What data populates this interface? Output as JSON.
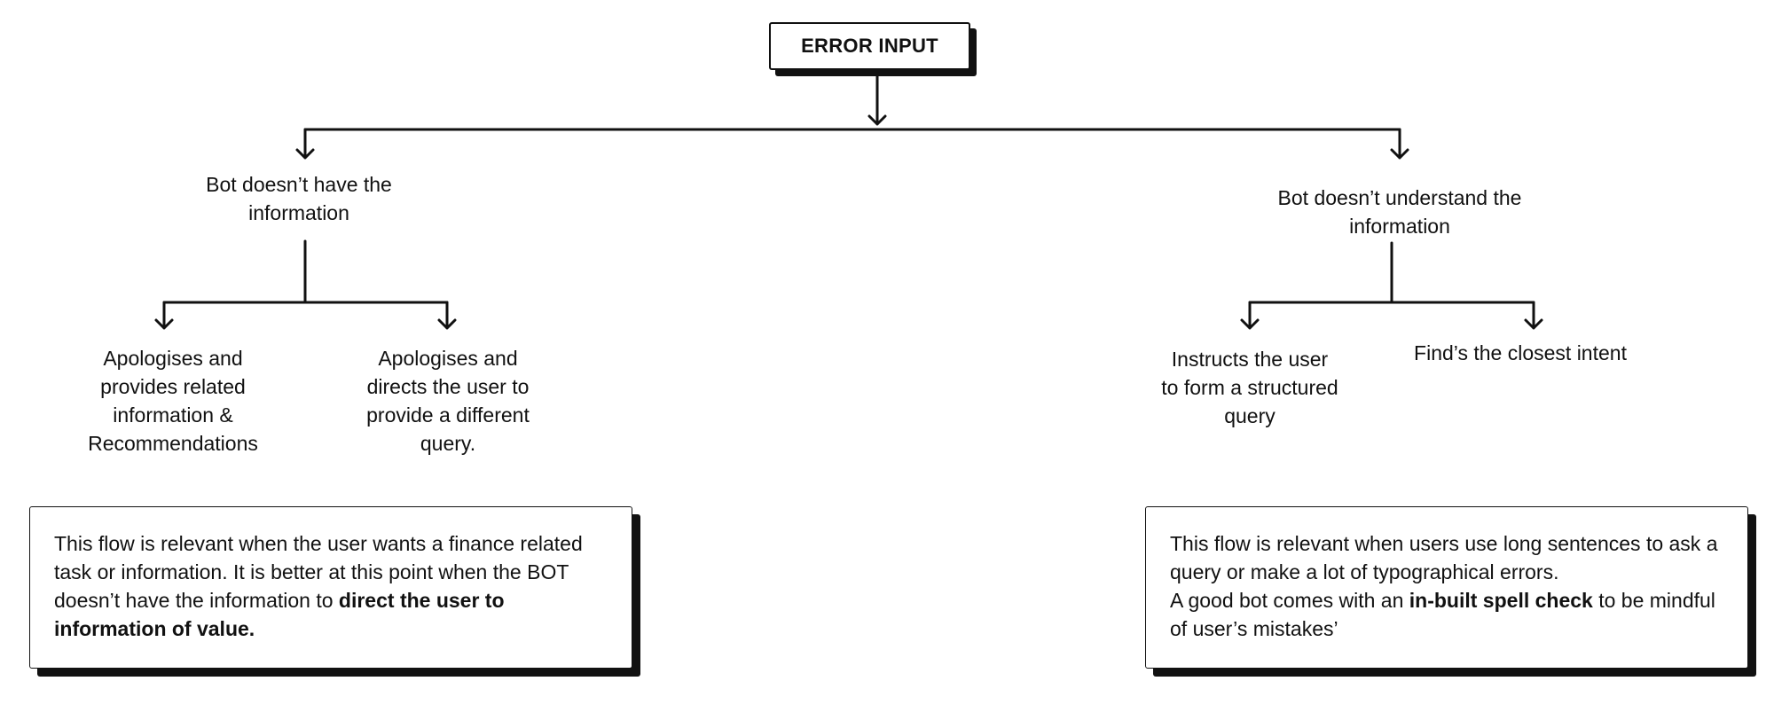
{
  "diagram": {
    "root": {
      "label": "ERROR INPUT"
    },
    "branches": [
      {
        "label_lines": [
          "Bot doesn’t have the",
          "information"
        ],
        "children": [
          {
            "label_lines": [
              "Apologises and",
              "provides related",
              "information &",
              "Recommendations"
            ]
          },
          {
            "label_lines": [
              "Apologises and",
              "directs the user to",
              "provide a different",
              "query."
            ]
          }
        ],
        "note": {
          "text": "This flow is relevant when the user wants a finance related task or information. It is better at this point when the BOT doesn’t have the information to ",
          "bold": "direct the user to information of value.",
          "after": ""
        }
      },
      {
        "label_lines": [
          "Bot doesn’t understand the",
          "information"
        ],
        "children": [
          {
            "label_lines": [
              "Instructs the user",
              "to form a structured",
              "query"
            ]
          },
          {
            "label_lines": [
              "Find’s the closest intent"
            ]
          }
        ],
        "note": {
          "line1": "This flow is relevant when users use long sentences to ask a query or make a lot of typographical errors.",
          "text": "A good bot comes with an ",
          "bold": "in-built spell check",
          "after": " to be mindful of user’s mistakes’"
        }
      }
    ]
  }
}
